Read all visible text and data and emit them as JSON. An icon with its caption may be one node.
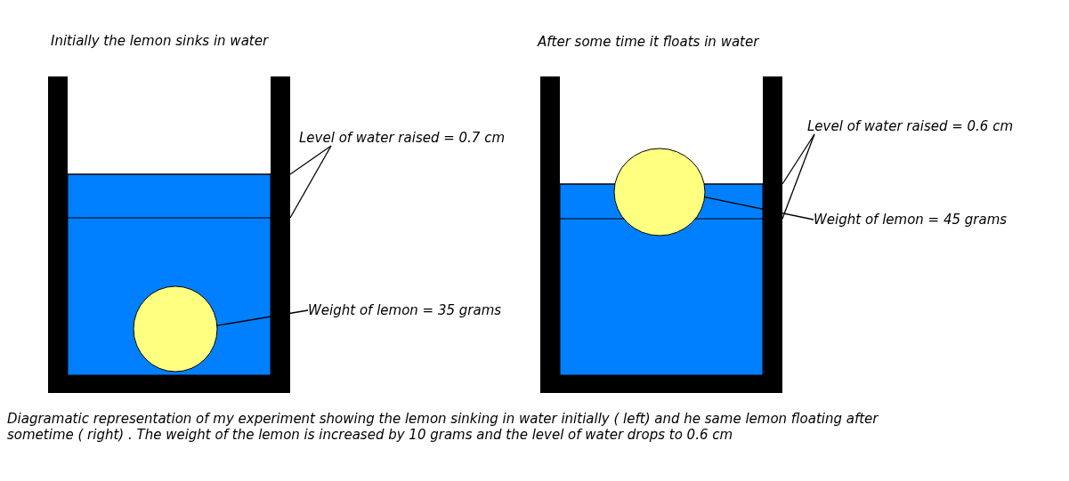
{
  "diagram": {
    "caption": "Diagramatic representation of my experiment showing the lemon sinking in water initially ( left) and he same lemon floating after sometime ( right) . The weight of the lemon is increased by 10 grams and the level of water drops to 0.6 cm",
    "nodes": [
      {
        "text": [
          "Level of water raised = 0.7 cm"
        ]
      },
      {
        "text": [],
        "shape": "circle"
      },
      {
        "text": [
          "Weight of lemon = 35 grams"
        ]
      },
      {
        "text": [
          "Level of water raised = 0.6 cm"
        ]
      },
      {
        "text": [],
        "shape": "circle"
      },
      {
        "text": [
          "Weight of lemon = 45 grams"
        ]
      },
      {
        "text": [],
        "shape": "line"
      },
      {
        "text": [],
        "shape": "line"
      },
      {
        "text": [],
        "shape": "line"
      },
      {
        "text": [],
        "shape": "line"
      }
    ],
    "edges": [
      {
        "from": 0,
        "to": 6,
        "arrow": "none"
      },
      {
        "from": 0,
        "to": 7,
        "arrow": "none"
      },
      {
        "from": 2,
        "to": 1,
        "arrow": "none"
      },
      {
        "from": 3,
        "to": 8,
        "arrow": "none"
      },
      {
        "from": 3,
        "to": 9,
        "arrow": "none"
      },
      {
        "from": 5,
        "to": 4,
        "arrow": "none"
      }
    ],
    "labels": [
      "Initially the lemon sinks in water",
      "After some time it floats in water"
    ]
  }
}
